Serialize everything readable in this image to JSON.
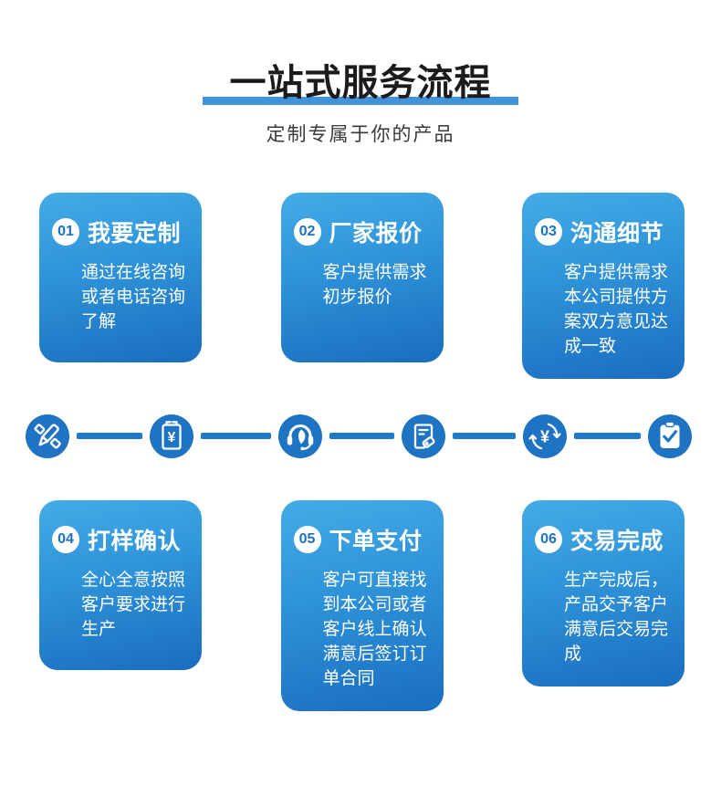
{
  "header": {
    "title": "一站式服务流程",
    "subtitle": "定制专属于你的产品"
  },
  "steps": [
    {
      "num": "01",
      "title": "我要定制",
      "desc": "通过在线咨询或者电话咨询了解"
    },
    {
      "num": "02",
      "title": "厂家报价",
      "desc": "客户提供需求初步报价"
    },
    {
      "num": "03",
      "title": "沟通细节",
      "desc": "客户提供需求本公司提供方案双方意见达成一致"
    },
    {
      "num": "04",
      "title": "打样确认",
      "desc": "全心全意按照客户要求进行生产"
    },
    {
      "num": "05",
      "title": "下单支付",
      "desc": "客户可直接找到本公司或者客户线上确认满意后签订订单合同"
    },
    {
      "num": "06",
      "title": "交易完成",
      "desc": "生产完成后，产品交予客户满意后交易完成"
    }
  ],
  "flow_icons": [
    {
      "name": "design-icon"
    },
    {
      "name": "quote-icon"
    },
    {
      "name": "customer-service-icon"
    },
    {
      "name": "order-icon"
    },
    {
      "name": "payment-icon"
    },
    {
      "name": "complete-icon"
    }
  ],
  "colors": {
    "accent_blue": "#1e74c2",
    "card_gradient_top": "#45abe6",
    "card_gradient_bottom": "#1a6dbf",
    "title_underline": "#4293da",
    "badge_number": "#1a73c4",
    "title_text": "#1b1b1b",
    "subtitle_text": "#3a3a3a"
  }
}
